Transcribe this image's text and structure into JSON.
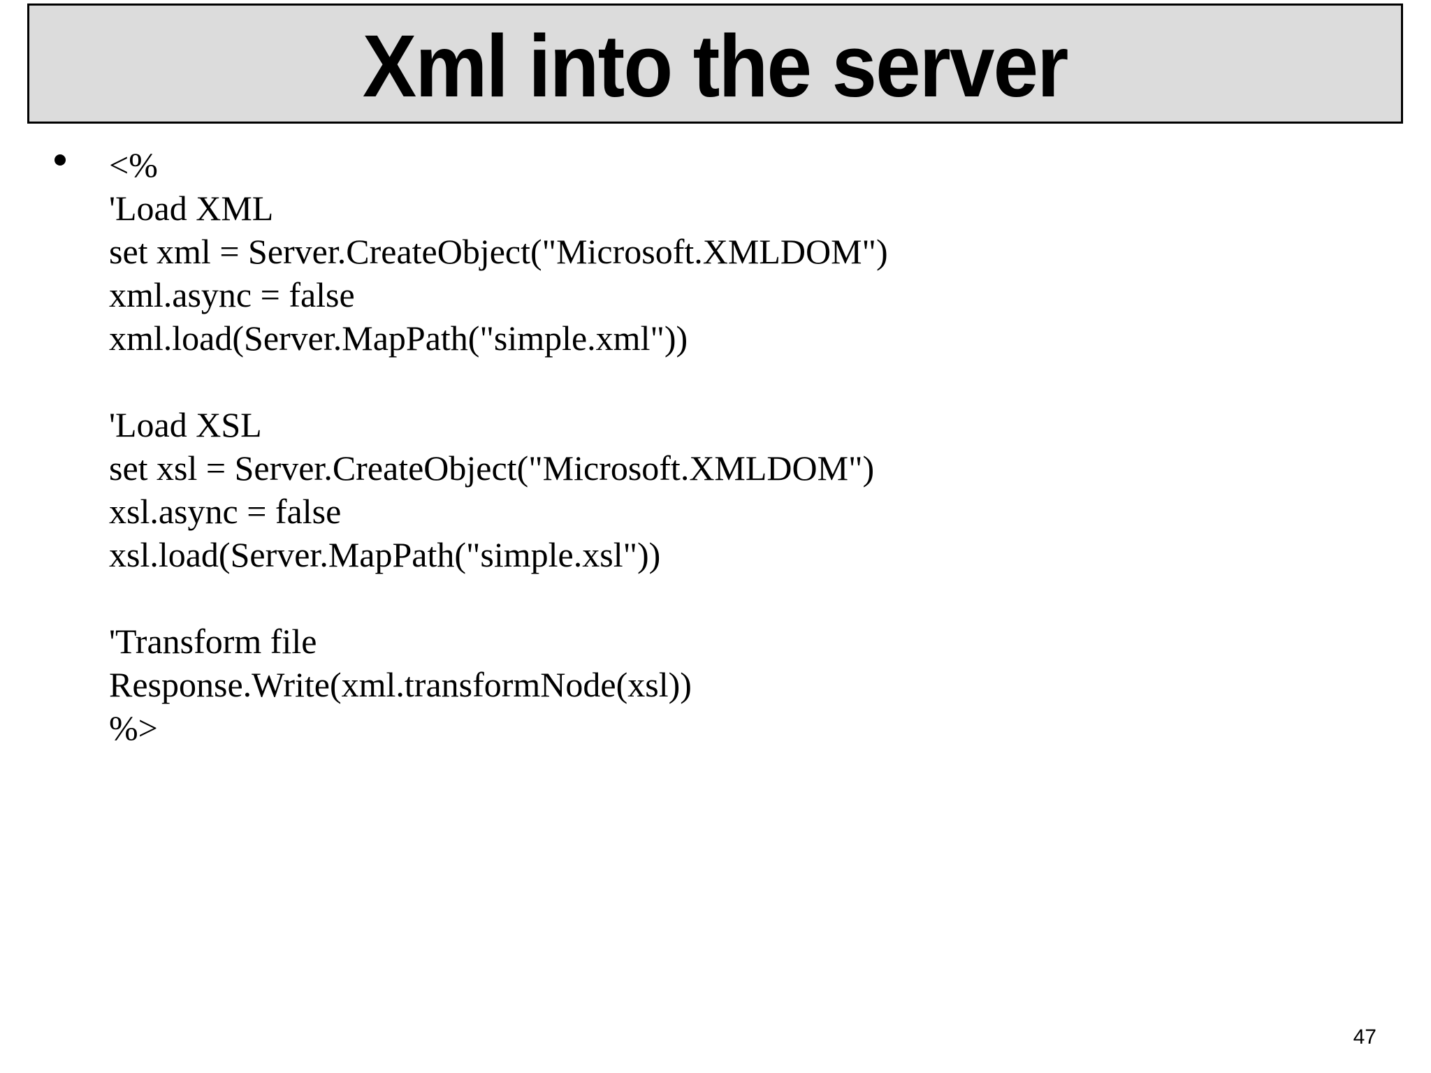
{
  "slide": {
    "title": "Xml into the server",
    "page_number": "47",
    "bullet_icon": "•",
    "code_lines": [
      "<%",
      "'Load XML",
      "set xml = Server.CreateObject(\"Microsoft.XMLDOM\")",
      "xml.async = false",
      "xml.load(Server.MapPath(\"simple.xml\"))",
      "",
      "'Load XSL",
      "set xsl = Server.CreateObject(\"Microsoft.XMLDOM\")",
      "xsl.async = false",
      "xsl.load(Server.MapPath(\"simple.xsl\"))",
      "",
      "'Transform file",
      "Response.Write(xml.transformNode(xsl))",
      "%>"
    ],
    "colors": {
      "background": "#ffffff",
      "title_fill": "#dcdcdc",
      "title_border": "#000000",
      "text": "#000000"
    }
  }
}
